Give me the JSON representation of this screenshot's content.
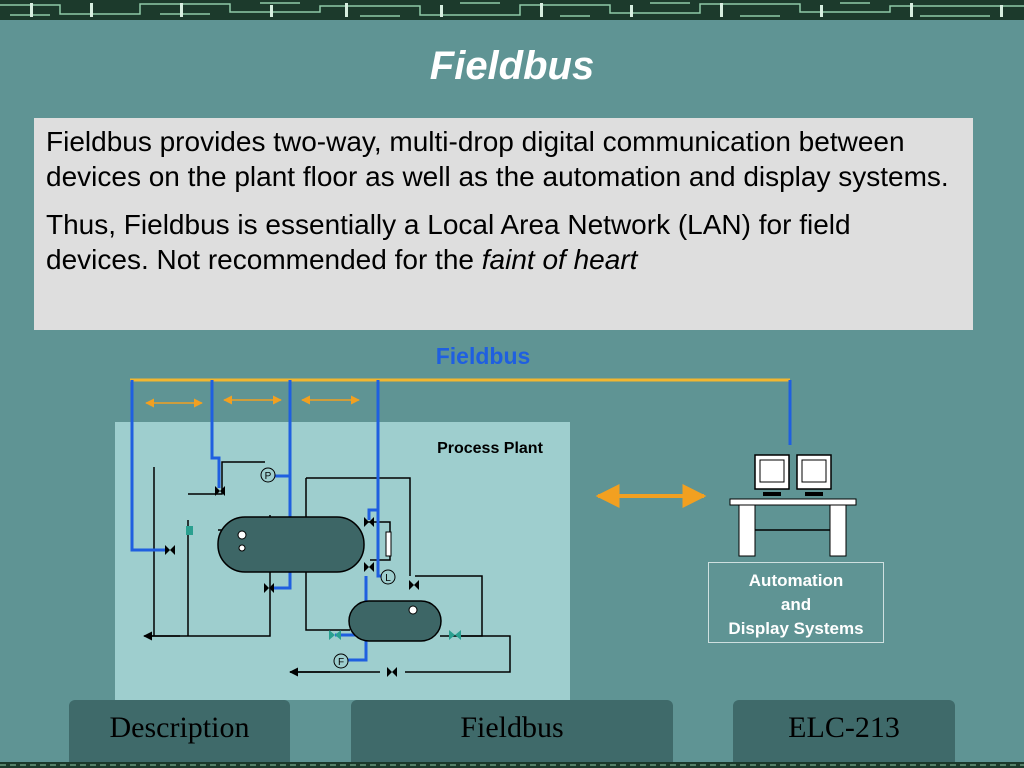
{
  "header": {
    "title": "Fieldbus"
  },
  "content": {
    "paragraph1": "Fieldbus provides two-way, multi-drop digital communication between devices on the plant floor as well as the automation and display systems.",
    "paragraph2_prefix": "Thus, Fieldbus is essentially a Local Area Network (LAN) for field devices. Not recommended for the ",
    "paragraph2_emphasis": "faint of heart"
  },
  "diagram": {
    "bus_label": "Fieldbus",
    "plant_label": "Process Plant",
    "automation_label": [
      "Automation",
      "and",
      "Display Systems"
    ],
    "instruments": [
      "P",
      "L",
      "F"
    ],
    "colors": {
      "bus": "#f2b630",
      "wire": "#1f5fe0",
      "arrow": "#f2a020",
      "plant_bg": "#9ecece",
      "vessel": "#3d6666"
    }
  },
  "footer": {
    "left_label": "Description",
    "center_label": "Fieldbus",
    "right_label": "ELC-213"
  }
}
